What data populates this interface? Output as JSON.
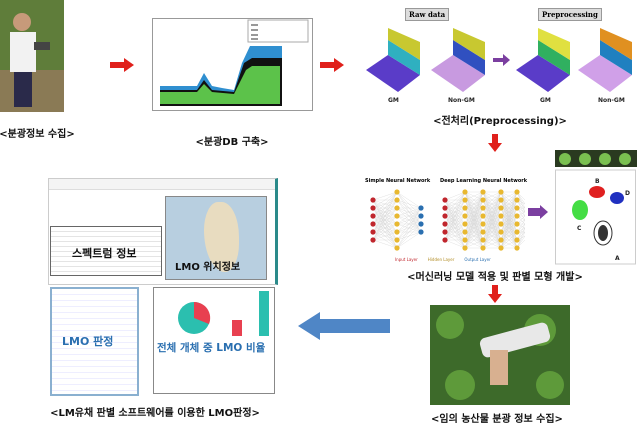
{
  "steps": {
    "collect": "<분광정보 수집>",
    "db": "<분광DB 구축>",
    "preprocessing": "<전처리(Preprocessing)>",
    "ml": "<머신러닝 모델 적용 및 판별 모형 개발>",
    "field": "<임의 농산물 분광 정보 수집>",
    "software": "<LM유채 판별 소프트웨어를 이용한 LMO판정>"
  },
  "preprocessing": {
    "raw_label": "Raw data",
    "pre_label": "Preprocessing",
    "plots": [
      "GM",
      "Non-GM",
      "GM",
      "Non-GM"
    ]
  },
  "ml": {
    "simple_title": "Simple Neural Network",
    "deep_title": "Deep Learning Neural Network",
    "legend": [
      "Input Layer",
      "Hidden Layer",
      "Output Layer"
    ],
    "clusters": [
      "A",
      "B",
      "C",
      "D"
    ],
    "layer_colors": {
      "input": "#c0262d",
      "hidden": "#e8b830",
      "output": "#2a6fb0"
    }
  },
  "software": {
    "spectrum": "스펙트럼 정보",
    "location": "LMO 위치정보",
    "judgement": "LMO 판정",
    "ratio": "전체 개체 중 LMO 비율"
  },
  "colors": {
    "arrow": "#e0201b",
    "arrow_purple": "#7b3fa0",
    "arrow_blue": "#4f86c6"
  }
}
